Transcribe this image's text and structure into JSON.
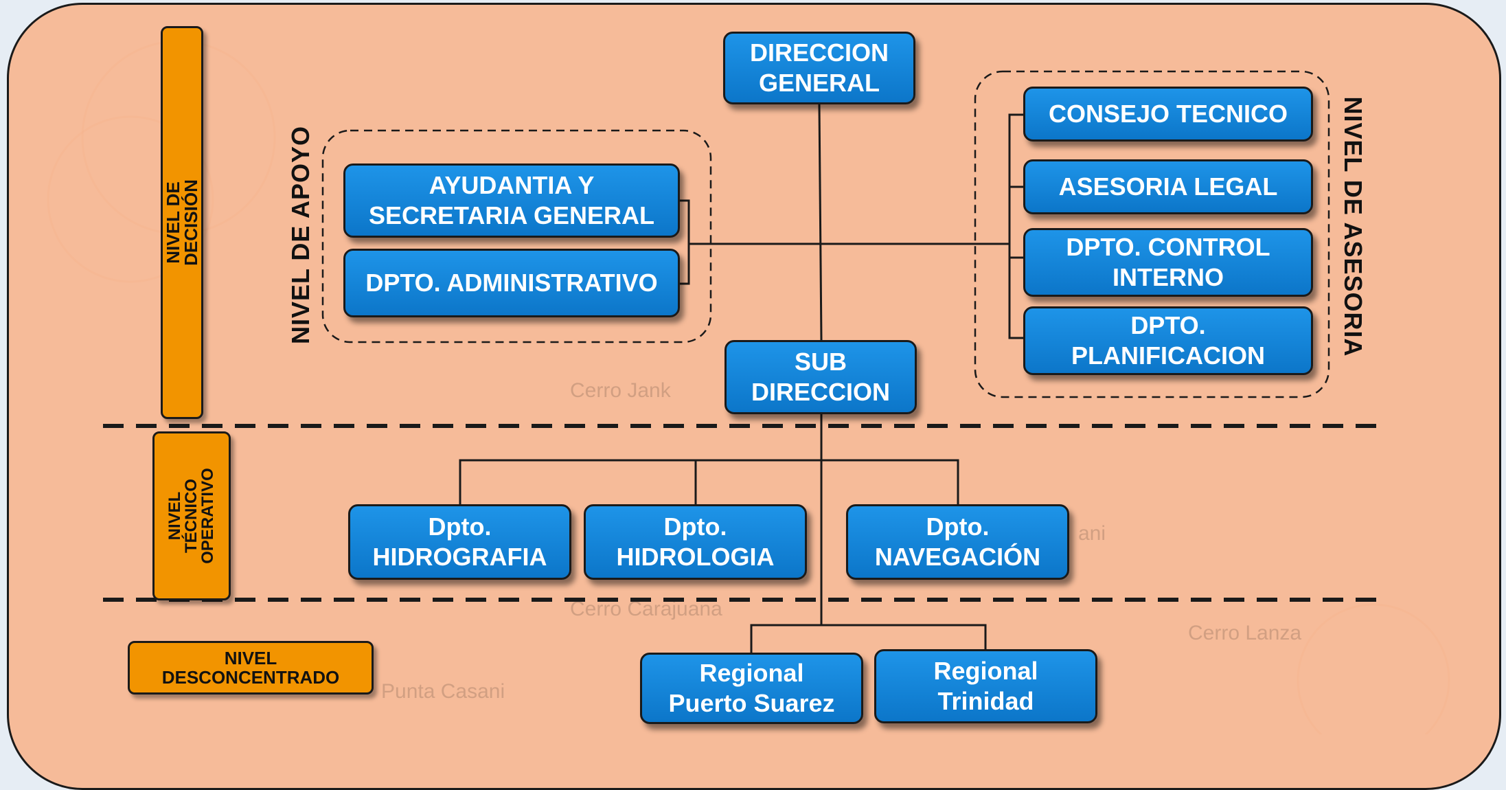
{
  "levels": {
    "decision": "NIVEL DE DECISIÓN",
    "tecnico": "NIVEL\nTÉCNICO\nOPERATIVO",
    "desconcentrado": "NIVEL\nDESCONCENTRADO",
    "apoyo": "NIVEL DE APOYO",
    "asesoria": "NIVEL DE ASESORIA"
  },
  "boxes": {
    "direccion_general": "DIRECCION\nGENERAL",
    "ayudantia": "AYUDANTIA Y\nSECRETARIA GENERAL",
    "dpto_administrativo": "DPTO. ADMINISTRATIVO",
    "consejo_tecnico": "CONSEJO TECNICO",
    "asesoria_legal": "ASESORIA LEGAL",
    "control_interno": "DPTO. CONTROL\nINTERNO",
    "planificacion": "DPTO.\nPLANIFICACION",
    "sub_direccion": "SUB\nDIRECCION",
    "hidrografia": "Dpto.\nHIDROGRAFIA",
    "hidrologia": "Dpto.\nHIDROLOGIA",
    "navegacion": "Dpto.\nNAVEGACIÓN",
    "puerto_suarez": "Regional\nPuerto Suarez",
    "trinidad": "Regional\nTrinidad"
  },
  "background_map_labels": [
    "Cerro Jank",
    "Cerro Carajuana",
    "Punta Casani",
    "Cerro Lanza",
    "ani"
  ],
  "colors": {
    "panel": "#f8b48c",
    "box": "#0f7fd6",
    "level_badge": "#f29400"
  }
}
